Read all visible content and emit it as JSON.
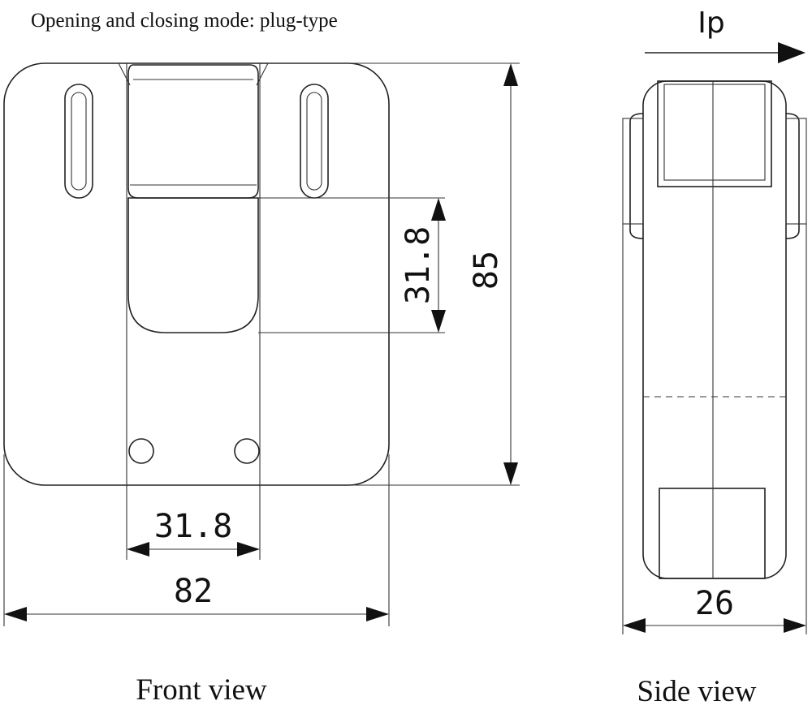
{
  "title": "Opening and closing mode: plug-type",
  "current_label": "Ip",
  "front_view": {
    "caption": "Front view",
    "dim_width": "82",
    "dim_height": "85",
    "dim_window_width": "31.8",
    "dim_window_height": "31.8"
  },
  "side_view": {
    "caption": "Side view",
    "dim_depth": "26"
  }
}
